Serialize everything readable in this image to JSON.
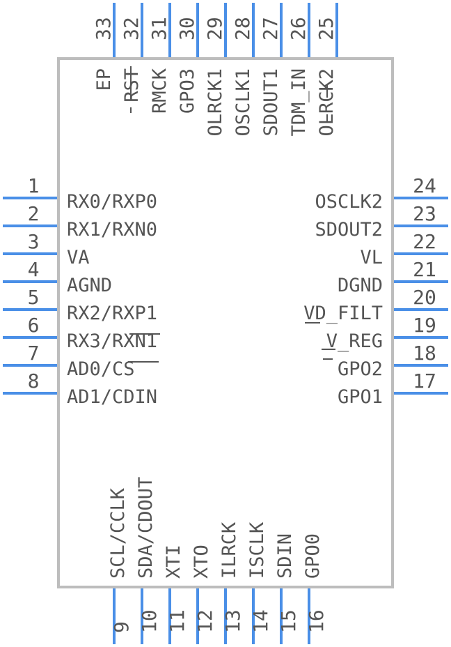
{
  "colors": {
    "pin": "#4a8fe7",
    "body_outline": "#bdbdbd",
    "text": "#555555"
  },
  "pins_left": [
    {
      "num": "1",
      "label": "RX0/RXP0"
    },
    {
      "num": "2",
      "label": "RX1/RXN0"
    },
    {
      "num": "3",
      "label": "VA"
    },
    {
      "num": "4",
      "label": "AGND"
    },
    {
      "num": "5",
      "label": "RX2/RXP1"
    },
    {
      "num": "6",
      "label": "RX3/RXN1"
    },
    {
      "num": "7",
      "label": "AD0/CS"
    },
    {
      "num": "8",
      "label": "AD1/CDIN"
    }
  ],
  "pins_right": [
    {
      "num": "24",
      "label": "OSCLK2"
    },
    {
      "num": "23",
      "label": "SDOUT2"
    },
    {
      "num": "22",
      "label": "VL"
    },
    {
      "num": "21",
      "label": "DGND"
    },
    {
      "num": "20",
      "label": "VD_FILT"
    },
    {
      "num": "19",
      "label": "V_REG"
    },
    {
      "num": "18",
      "label": "GPO2"
    },
    {
      "num": "17",
      "label": "GPO1"
    }
  ],
  "pins_bottom": [
    {
      "num": "9",
      "label": "SCL/CCLK"
    },
    {
      "num": "10",
      "label": "SDA/CDOUT"
    },
    {
      "num": "11",
      "label": "XTI"
    },
    {
      "num": "12",
      "label": "XTO"
    },
    {
      "num": "13",
      "label": "ILRCK"
    },
    {
      "num": "14",
      "label": "ISCLK"
    },
    {
      "num": "15",
      "label": "SDIN"
    },
    {
      "num": "16",
      "label": "GPO0"
    }
  ],
  "pins_top": [
    {
      "num": "33",
      "label": "EP"
    },
    {
      "num": "32",
      "label": "RST"
    },
    {
      "num": "31",
      "label": "RMCK"
    },
    {
      "num": "30",
      "label": "GPO3"
    },
    {
      "num": "29",
      "label": "OLRCK1"
    },
    {
      "num": "28",
      "label": "OSCLK1"
    },
    {
      "num": "27",
      "label": "SDOUT1"
    },
    {
      "num": "26",
      "label": "TDM_IN"
    },
    {
      "num": "25",
      "label": "OLRCK2"
    }
  ]
}
